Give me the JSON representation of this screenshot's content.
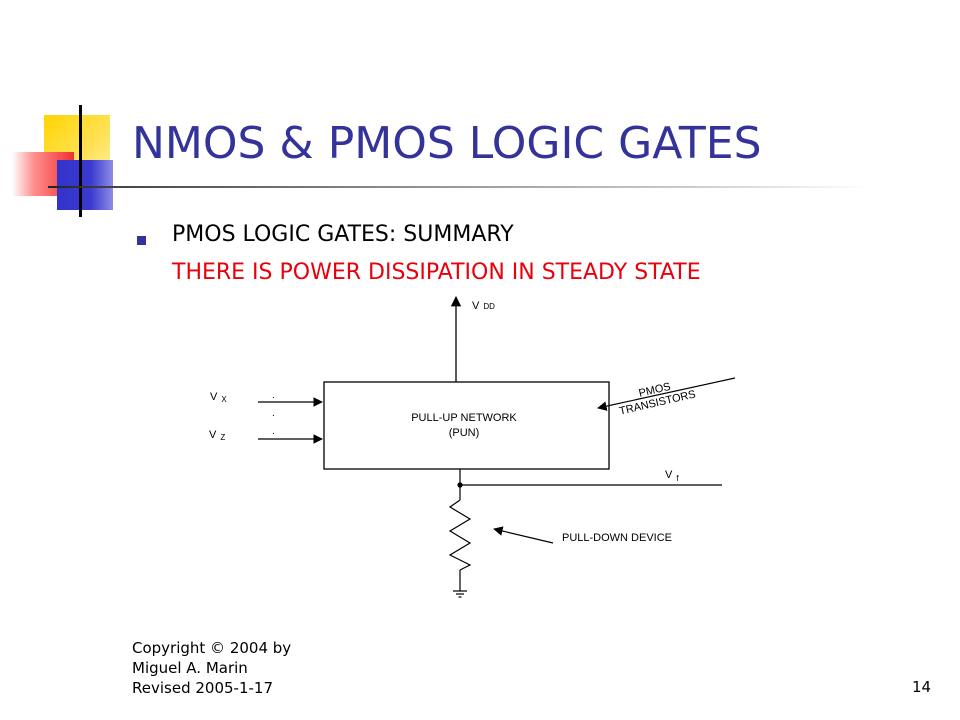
{
  "slide": {
    "title": "NMOS & PMOS LOGIC GATES",
    "bullet": "PMOS LOGIC GATES:  SUMMARY",
    "subtext": "THERE IS POWER DISSIPATION IN STEADY STATE"
  },
  "diagram": {
    "vdd": {
      "main": "V",
      "sub": "DD"
    },
    "vx": {
      "main": "V",
      "sub": "X"
    },
    "vz": {
      "main": "V",
      "sub": "Z"
    },
    "vf": {
      "main": "V",
      "sub": "f"
    },
    "pun_line1": "PULL-UP NETWORK",
    "pun_line2": "(PUN)",
    "pmos_line1": "PMOS",
    "pmos_line2": "TRANSISTORS",
    "pull_down": "PULL-DOWN DEVICE",
    "dot": "."
  },
  "footer": {
    "line1": "Copyright © 2004 by",
    "line2": "Miguel A. Marin",
    "line3": "Revised 2005-1-17",
    "page": "14"
  },
  "colors": {
    "title": "#333399",
    "highlight": "#e8000b"
  }
}
